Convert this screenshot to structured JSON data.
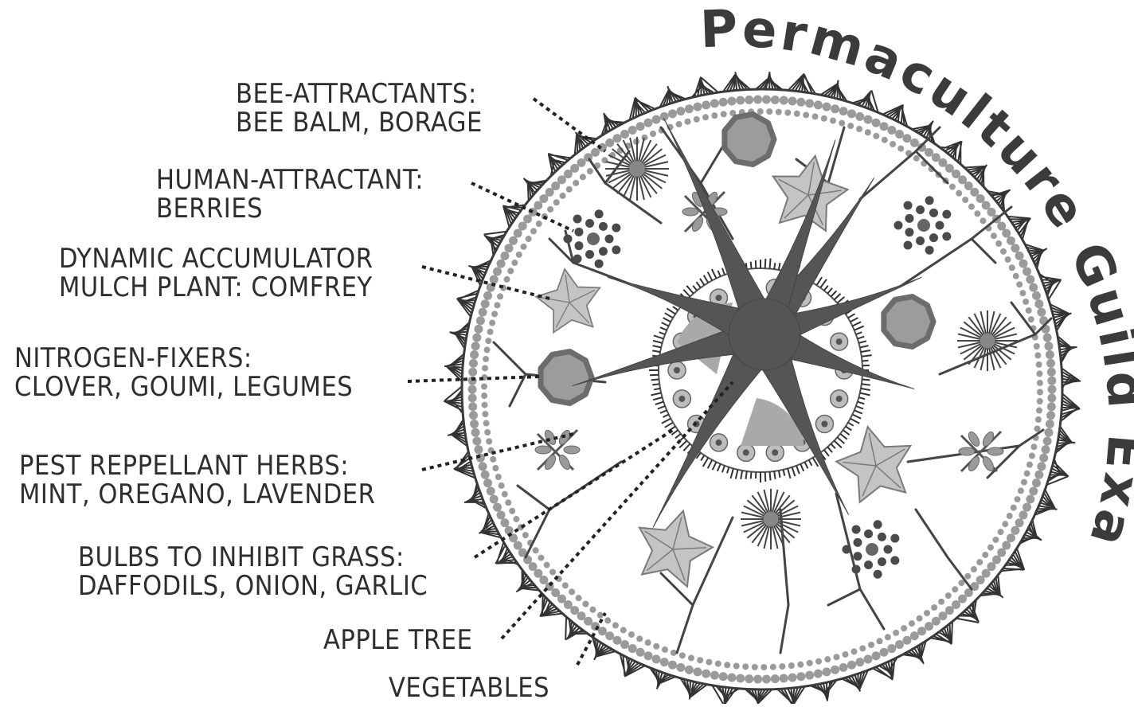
{
  "title": "Permaculture Guild Example",
  "labels": {
    "bee": {
      "line1": "BEE-ATTRACTANTS:",
      "line2": "BEE BALM, BORAGE"
    },
    "human": {
      "line1": "HUMAN-ATTRACTANT:",
      "line2": "BERRIES"
    },
    "dynamic": {
      "line1": "DYNAMIC ACCUMULATOR",
      "line2": "MULCH PLANT: COMFREY"
    },
    "nitrogen": {
      "line1": "NITROGEN-FIXERS:",
      "line2": "CLOVER, GOUMI, LEGUMES"
    },
    "pest": {
      "line1": "PEST REPPELLANT HERBS:",
      "line2": "MINT, OREGANO, LAVENDER"
    },
    "bulbs": {
      "line1": "BULBS TO INHIBIT GRASS:",
      "line2": "DAFFODILS, ONION, GARLIC"
    },
    "apple": "APPLE TREE",
    "vegetables": "VEGETABLES"
  },
  "colors": {
    "trunk": "#555555",
    "grass": "#333333",
    "dots": "#9a9a9a",
    "leaf": "#c4c4c4",
    "leaf_stroke": "#7a7a7a",
    "nitrogen_fill": "#9c9c9c",
    "nitrogen_ring": "#6c6c6c",
    "berry": "#4a4a4a",
    "flower": "#8a8a8a"
  },
  "icons": {
    "comfrey": "maple-leaf-icon",
    "nitrogen": "octagon-shrub-icon",
    "berries": "berry-cluster-icon",
    "bee": "starburst-flower-icon",
    "pest": "herb-sprig-icon"
  }
}
